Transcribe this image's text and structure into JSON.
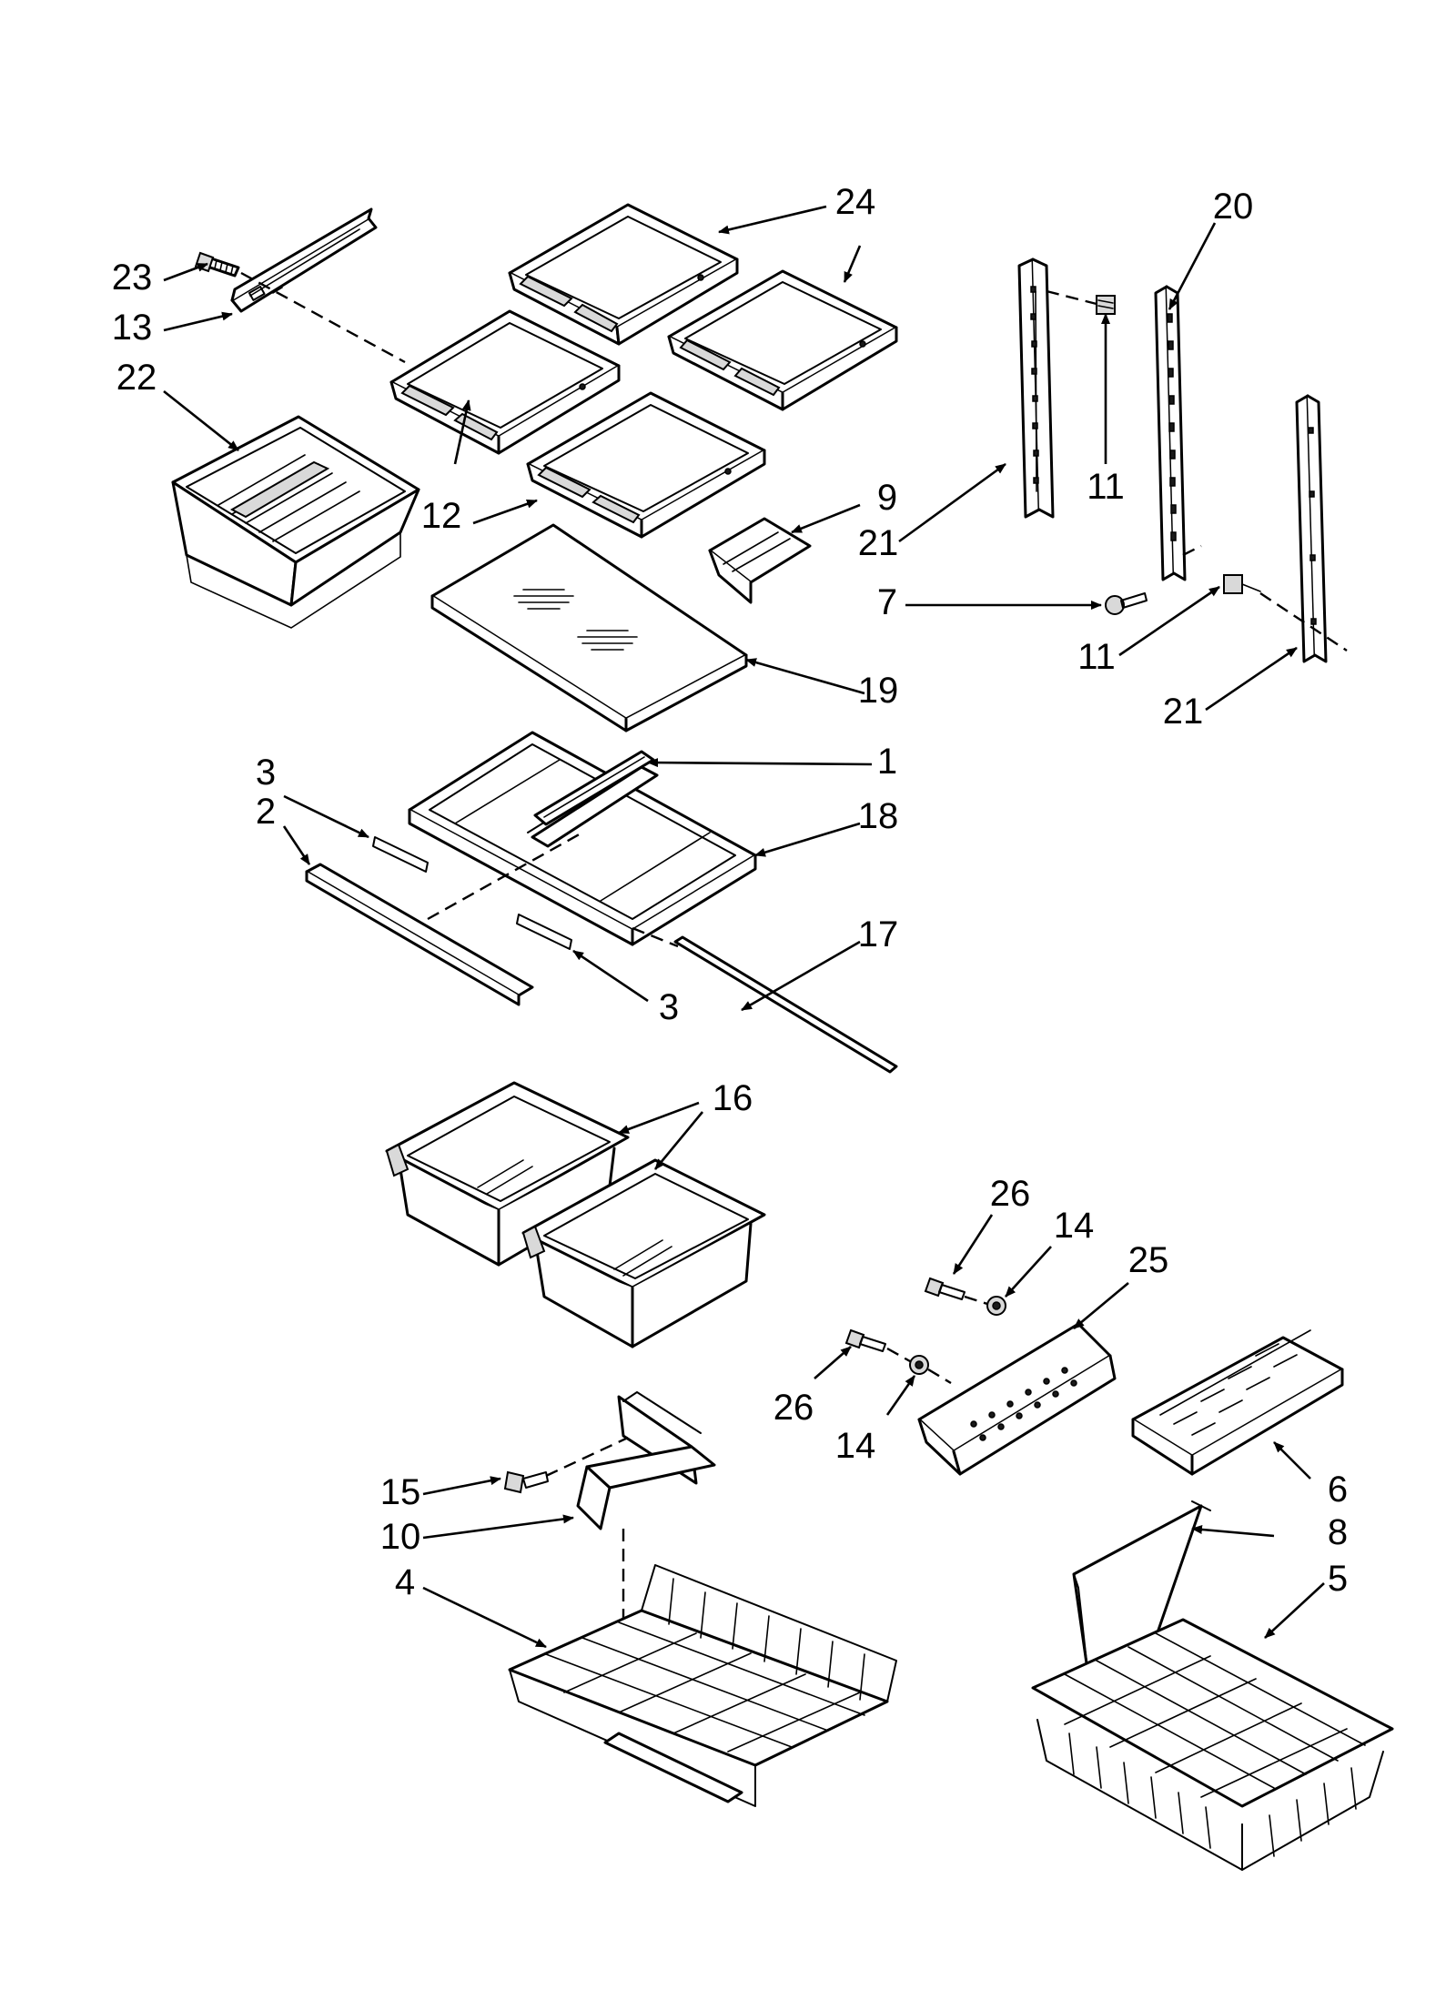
{
  "callouts": [
    {
      "id": "c24a",
      "label": "24"
    },
    {
      "id": "c24b",
      "label": "24"
    },
    {
      "id": "c20",
      "label": "20"
    },
    {
      "id": "c23",
      "label": "23"
    },
    {
      "id": "c13",
      "label": "13"
    },
    {
      "id": "c22",
      "label": "22"
    },
    {
      "id": "c11a",
      "label": "11"
    },
    {
      "id": "c9",
      "label": "9"
    },
    {
      "id": "c12",
      "label": "12"
    },
    {
      "id": "c21a",
      "label": "21"
    },
    {
      "id": "c7",
      "label": "7"
    },
    {
      "id": "c11b",
      "label": "11"
    },
    {
      "id": "c19",
      "label": "19"
    },
    {
      "id": "c21b",
      "label": "21"
    },
    {
      "id": "c3a",
      "label": "3"
    },
    {
      "id": "c1",
      "label": "1"
    },
    {
      "id": "c2",
      "label": "2"
    },
    {
      "id": "c18",
      "label": "18"
    },
    {
      "id": "c17",
      "label": "17"
    },
    {
      "id": "c3b",
      "label": "3"
    },
    {
      "id": "c16",
      "label": "16"
    },
    {
      "id": "c26a",
      "label": "26"
    },
    {
      "id": "c14a",
      "label": "14"
    },
    {
      "id": "c25",
      "label": "25"
    },
    {
      "id": "c26b",
      "label": "26"
    },
    {
      "id": "c14b",
      "label": "14"
    },
    {
      "id": "c6",
      "label": "6"
    },
    {
      "id": "c15",
      "label": "15"
    },
    {
      "id": "c8",
      "label": "8"
    },
    {
      "id": "c10",
      "label": "10"
    },
    {
      "id": "c5",
      "label": "5"
    },
    {
      "id": "c4",
      "label": "4"
    }
  ]
}
